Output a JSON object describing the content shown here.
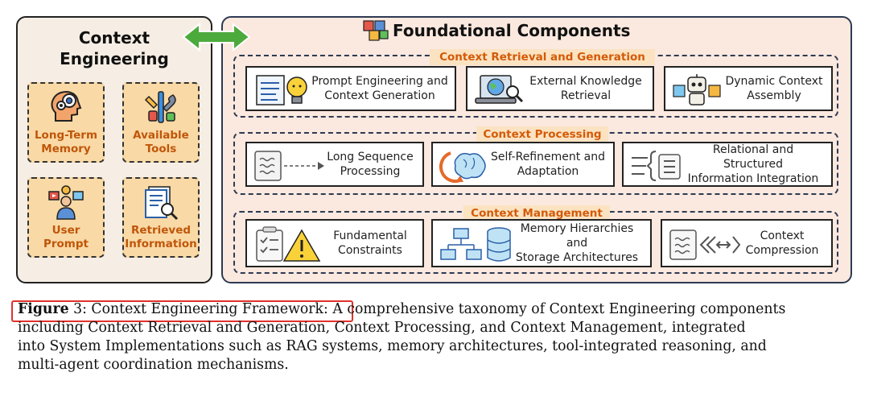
{
  "left_panel": {
    "title": "Context\nEngineering",
    "items": [
      {
        "label": "Long-Term\nMemory",
        "icon": "head-gears-icon"
      },
      {
        "label": "Available\nTools",
        "icon": "tools-icon"
      },
      {
        "label": "User\nPrompt",
        "icon": "user-prompt-icon"
      },
      {
        "label": "Retrieved\nInformation",
        "icon": "document-search-icon"
      }
    ]
  },
  "right_panel": {
    "title": "Foundational Components",
    "sections": [
      {
        "label": "Context Retrieval and Generation",
        "cards": [
          {
            "label": "Prompt Engineering and\nContext Generation",
            "icon": "lightbulb-document-icon"
          },
          {
            "label": "External Knowledge\nRetrieval",
            "icon": "laptop-globe-search-icon"
          },
          {
            "label": "Dynamic Context\nAssembly",
            "icon": "robot-puzzle-icon"
          }
        ]
      },
      {
        "label": "Context Processing",
        "cards": [
          {
            "label": "Long Sequence\nProcessing",
            "icon": "wave-document-arrow-icon"
          },
          {
            "label": "Self-Refinement and\nAdaptation",
            "icon": "brain-refresh-icon"
          },
          {
            "label": "Relational and Structured\nInformation Integration",
            "icon": "structured-list-icon"
          }
        ]
      },
      {
        "label": "Context Management",
        "cards": [
          {
            "label": "Fundamental\nConstraints",
            "icon": "checklist-warning-icon"
          },
          {
            "label": "Memory Hierarchies and\nStorage Architectures",
            "icon": "hierarchy-database-icon"
          },
          {
            "label": "Context\nCompression",
            "icon": "compress-icon"
          }
        ]
      }
    ]
  },
  "caption": {
    "figure_label": "Figure",
    "figure_number": "3:",
    "figure_title": "Context Engineering Framework:",
    "line1_rest": "A comprehensive taxonomy of Context Engineering components",
    "line2": "including Context Retrieval and Generation, Context Processing, and Context Management, integrated",
    "line3": "into System Implementations such as RAG systems, memory architectures, tool-integrated reasoning, and",
    "line4": "multi-agent coordination mechanisms."
  },
  "colors": {
    "accent_orange": "#d45a07",
    "label_orange": "#c0560a",
    "left_card_fill": "#f9d9a5",
    "right_panel_fill": "#fbe8de",
    "arrow_green": "#4caa3c",
    "highlight_red": "#e0312b"
  }
}
